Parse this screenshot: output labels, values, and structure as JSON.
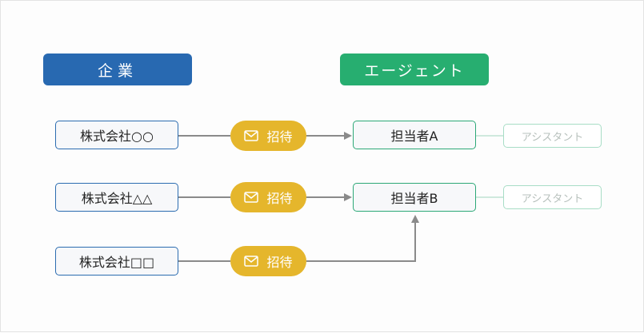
{
  "headers": {
    "company": "企業",
    "agent": "エージェント"
  },
  "companies": [
    "株式会社○○",
    "株式会社△△",
    "株式会社□□"
  ],
  "invite_label": "招待",
  "agents": [
    "担当者A",
    "担当者B"
  ],
  "assistant_label": "アシスタント",
  "colors": {
    "company": "#2869b1",
    "agent": "#27ae70",
    "invite": "#e5b62c",
    "connector": "#8a8a8a",
    "assistant_border": "#a8ddc6"
  },
  "icons": {
    "invite": "envelope-icon"
  }
}
